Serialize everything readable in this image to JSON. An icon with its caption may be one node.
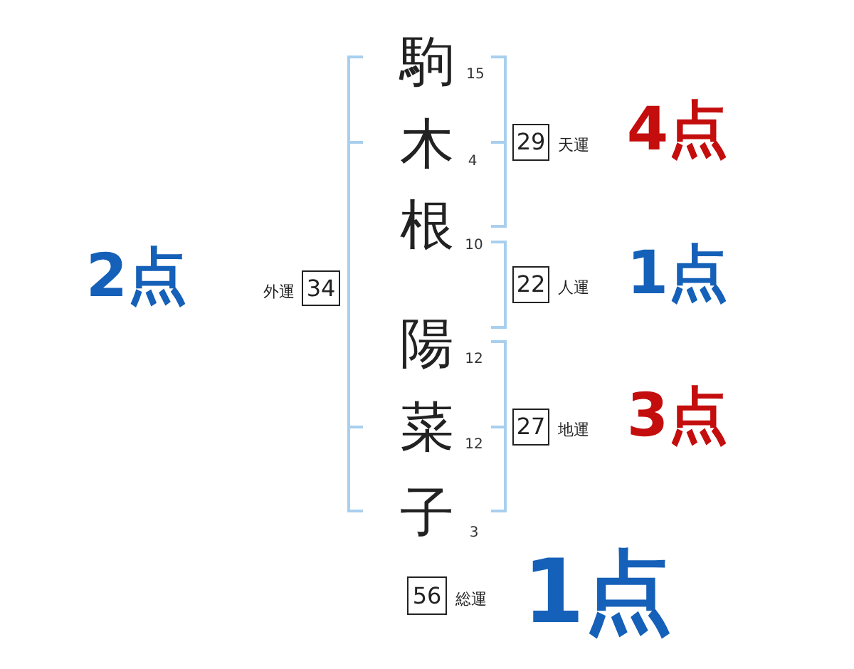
{
  "diagram": {
    "nodes": [
      {
        "text": [
          "29"
        ],
        "beside": [
          "天運"
        ]
      },
      {
        "text": [
          "34"
        ],
        "beside": [
          "外運"
        ]
      },
      {
        "text": [
          "22"
        ],
        "beside": [
          "人運"
        ]
      },
      {
        "text": [
          "27"
        ],
        "beside": [
          "地運"
        ]
      },
      {
        "text": [
          "56"
        ],
        "beside": [
          "総運"
        ]
      }
    ],
    "labels": [
      "駒",
      "15",
      "木",
      "4",
      "根",
      "10",
      "陽",
      "12",
      "菜",
      "12",
      "子",
      "3",
      "4点",
      "2点",
      "1点",
      "3点",
      "1点"
    ]
  }
}
